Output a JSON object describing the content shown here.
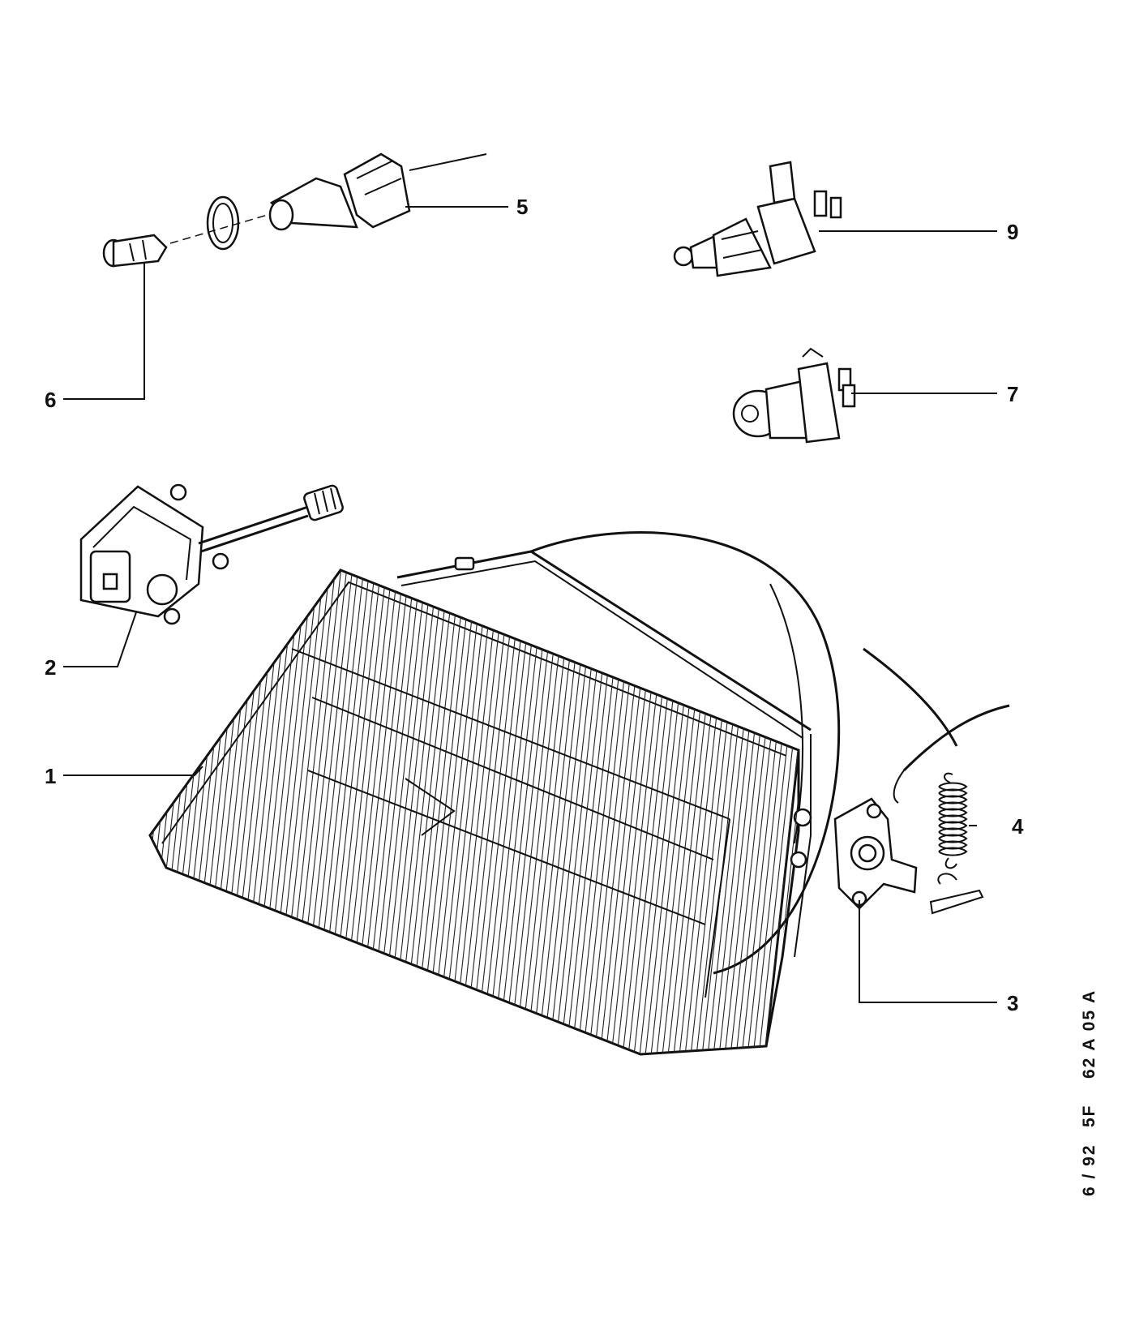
{
  "callouts": [
    {
      "id": "1",
      "label": "1"
    },
    {
      "id": "2",
      "label": "2"
    },
    {
      "id": "3",
      "label": "3"
    },
    {
      "id": "4",
      "label": "4"
    },
    {
      "id": "5",
      "label": "5"
    },
    {
      "id": "6",
      "label": "6"
    },
    {
      "id": "7",
      "label": "7"
    },
    {
      "id": "9",
      "label": "9"
    }
  ],
  "reference": {
    "code": "62 A 05 A",
    "model": "5F",
    "date": "6 / 92"
  },
  "colors": {
    "ink": "#111111",
    "paper": "#ffffff"
  }
}
